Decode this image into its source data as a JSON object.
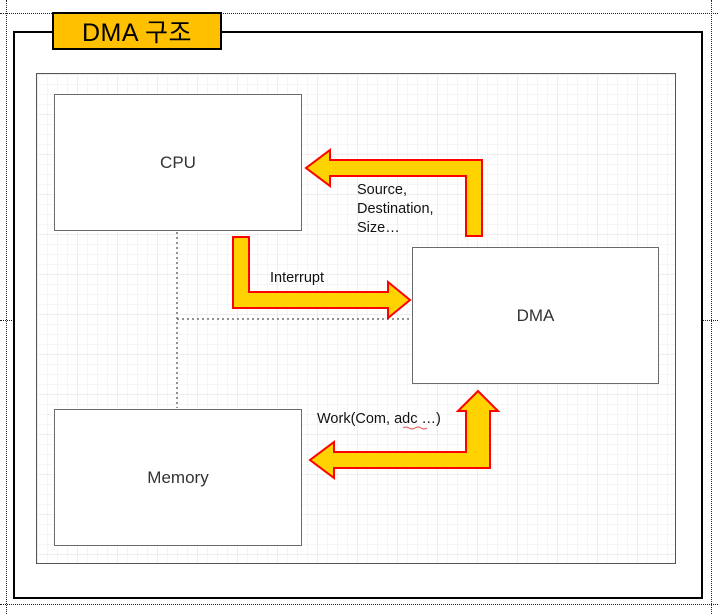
{
  "title": "DMA 구조",
  "blocks": {
    "cpu": "CPU",
    "dma": "DMA",
    "memory": "Memory"
  },
  "labels": {
    "source_lines": "Source,\nDestination,\nSize…",
    "interrupt": "Interrupt",
    "work": "Work(Com, adc …)"
  },
  "colors": {
    "arrow_fill": "#ffd200",
    "arrow_stroke": "#ff0000",
    "title_fill": "#ffc000"
  }
}
